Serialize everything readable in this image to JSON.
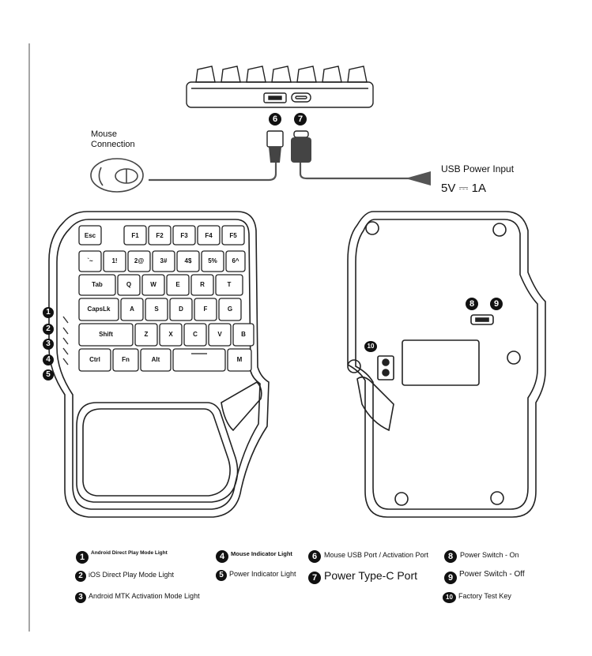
{
  "labels": {
    "mouse_connection_line1": "Mouse",
    "mouse_connection_line2": "Connection",
    "usb_power_input": "USB Power Input",
    "voltage_rating": "5V ⎓ 1A"
  },
  "callouts": {
    "c1": "1",
    "c2": "2",
    "c3": "3",
    "c4": "4",
    "c5": "5",
    "c6": "6",
    "c7": "7",
    "c8": "8",
    "c9": "9",
    "c10": "10"
  },
  "legend": {
    "item1": "Android Direct Play Mode Light",
    "item2": "iOS Direct Play Mode Light",
    "item3": "Android MTK Activation Mode Light",
    "item4": "Mouse Indicator Light",
    "item5": "Power Indicator Light",
    "item6": "Mouse USB Port / Activation Port",
    "item7": "Power Type-C Port",
    "item8": "Power Switch - On",
    "item9": "Power Switch - Off",
    "item10": "Factory Test Key"
  },
  "keys": {
    "esc": "Esc",
    "f1": "F1",
    "f2": "F2",
    "f3": "F3",
    "f4": "F4",
    "f5": "F5",
    "tilde": "`~",
    "k1": "1!",
    "k2": "2@",
    "k3": "3#",
    "k4": "4$",
    "k5": "5%",
    "k6": "6^",
    "tab": "Tab",
    "q": "Q",
    "w": "W",
    "e": "E",
    "r": "R",
    "t": "T",
    "caps": "CapsLk",
    "a": "A",
    "s": "S",
    "d": "D",
    "f": "F",
    "g": "G",
    "shift": "Shift",
    "z": "Z",
    "x": "X",
    "c": "C",
    "v": "V",
    "b": "B",
    "ctrl": "Ctrl",
    "fn": "Fn",
    "alt": "Alt",
    "m": "M"
  }
}
